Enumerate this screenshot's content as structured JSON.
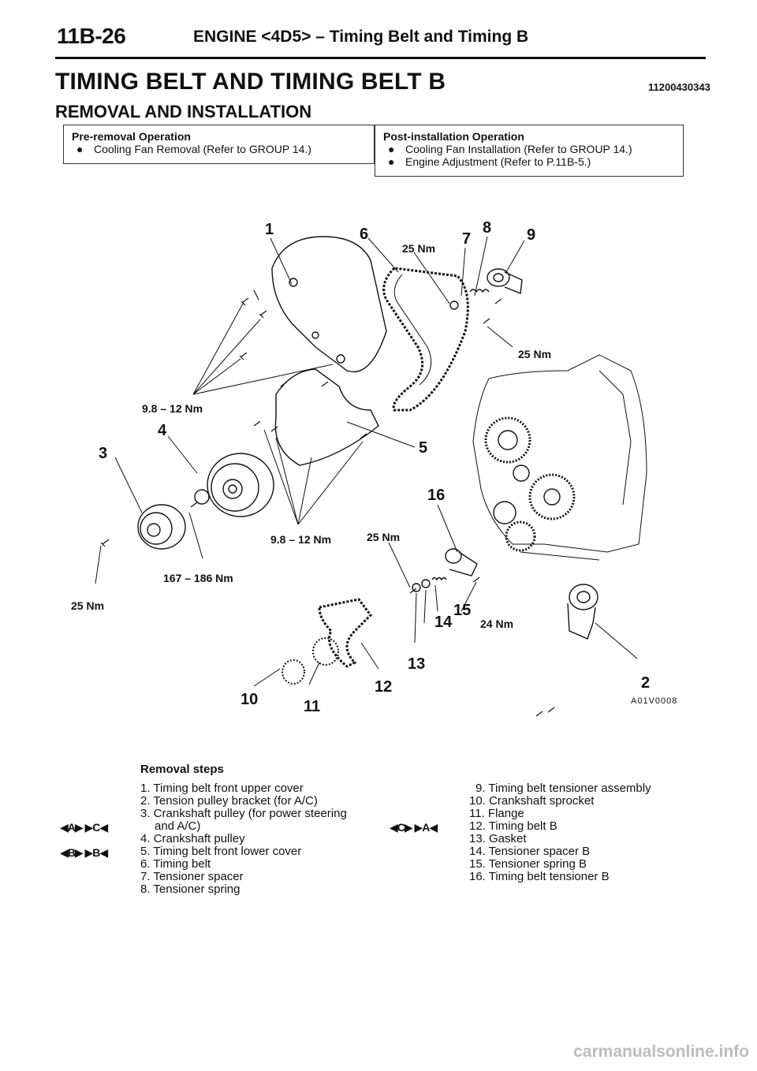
{
  "header": {
    "page_number": "11B-26",
    "title": "ENGINE <4D5> – Timing Belt and Timing B"
  },
  "section": {
    "title": "TIMING BELT AND TIMING BELT B",
    "code": "11200430343",
    "subtitle": "REMOVAL AND INSTALLATION"
  },
  "pre_removal": {
    "title": "Pre-removal Operation",
    "items": [
      "Cooling Fan Removal (Refer to GROUP 14.)"
    ]
  },
  "post_installation": {
    "title": "Post-installation Operation",
    "items": [
      "Cooling Fan Installation (Refer to GROUP 14.)",
      "Engine Adjustment (Refer to P.11B-5.)"
    ]
  },
  "diagram": {
    "callouts": [
      "1",
      "2",
      "3",
      "4",
      "5",
      "6",
      "7",
      "8",
      "9",
      "10",
      "11",
      "12",
      "13",
      "14",
      "15",
      "16"
    ],
    "torques": {
      "t_25_top": "25 Nm",
      "t_25_right": "25 Nm",
      "t_98_upper": "9.8 – 12 Nm",
      "t_98_lower": "9.8 – 12 Nm",
      "t_25_mid": "25 Nm",
      "t_167": "167 – 186 Nm",
      "t_25_left": "25 Nm",
      "t_24": "24 Nm"
    },
    "figure_code": "A01V0008"
  },
  "removal": {
    "title": "Removal steps",
    "left": [
      "1. Timing belt front upper cover",
      "2. Tension pulley bracket (for A/C)",
      "3. Crankshaft pulley (for power steering",
      "and A/C)",
      "4. Crankshaft pulley",
      "5. Timing belt front lower cover",
      "6. Timing belt",
      "7. Tensioner spacer",
      "8. Tensioner spring"
    ],
    "right": [
      "9. Timing belt tensioner assembly",
      "10. Crankshaft sprocket",
      "11. Flange",
      "12. Timing belt B",
      "13. Gasket",
      "14. Tensioner spacer B",
      "15. Tensioner spring B",
      "16. Timing belt tensioner B"
    ],
    "markers": {
      "m4": "◀A▶ ▶C◀",
      "m6": "◀B▶ ▶B◀",
      "m12": "◀C▶ ▶A◀"
    }
  },
  "watermark": "carmanualsonline.info"
}
